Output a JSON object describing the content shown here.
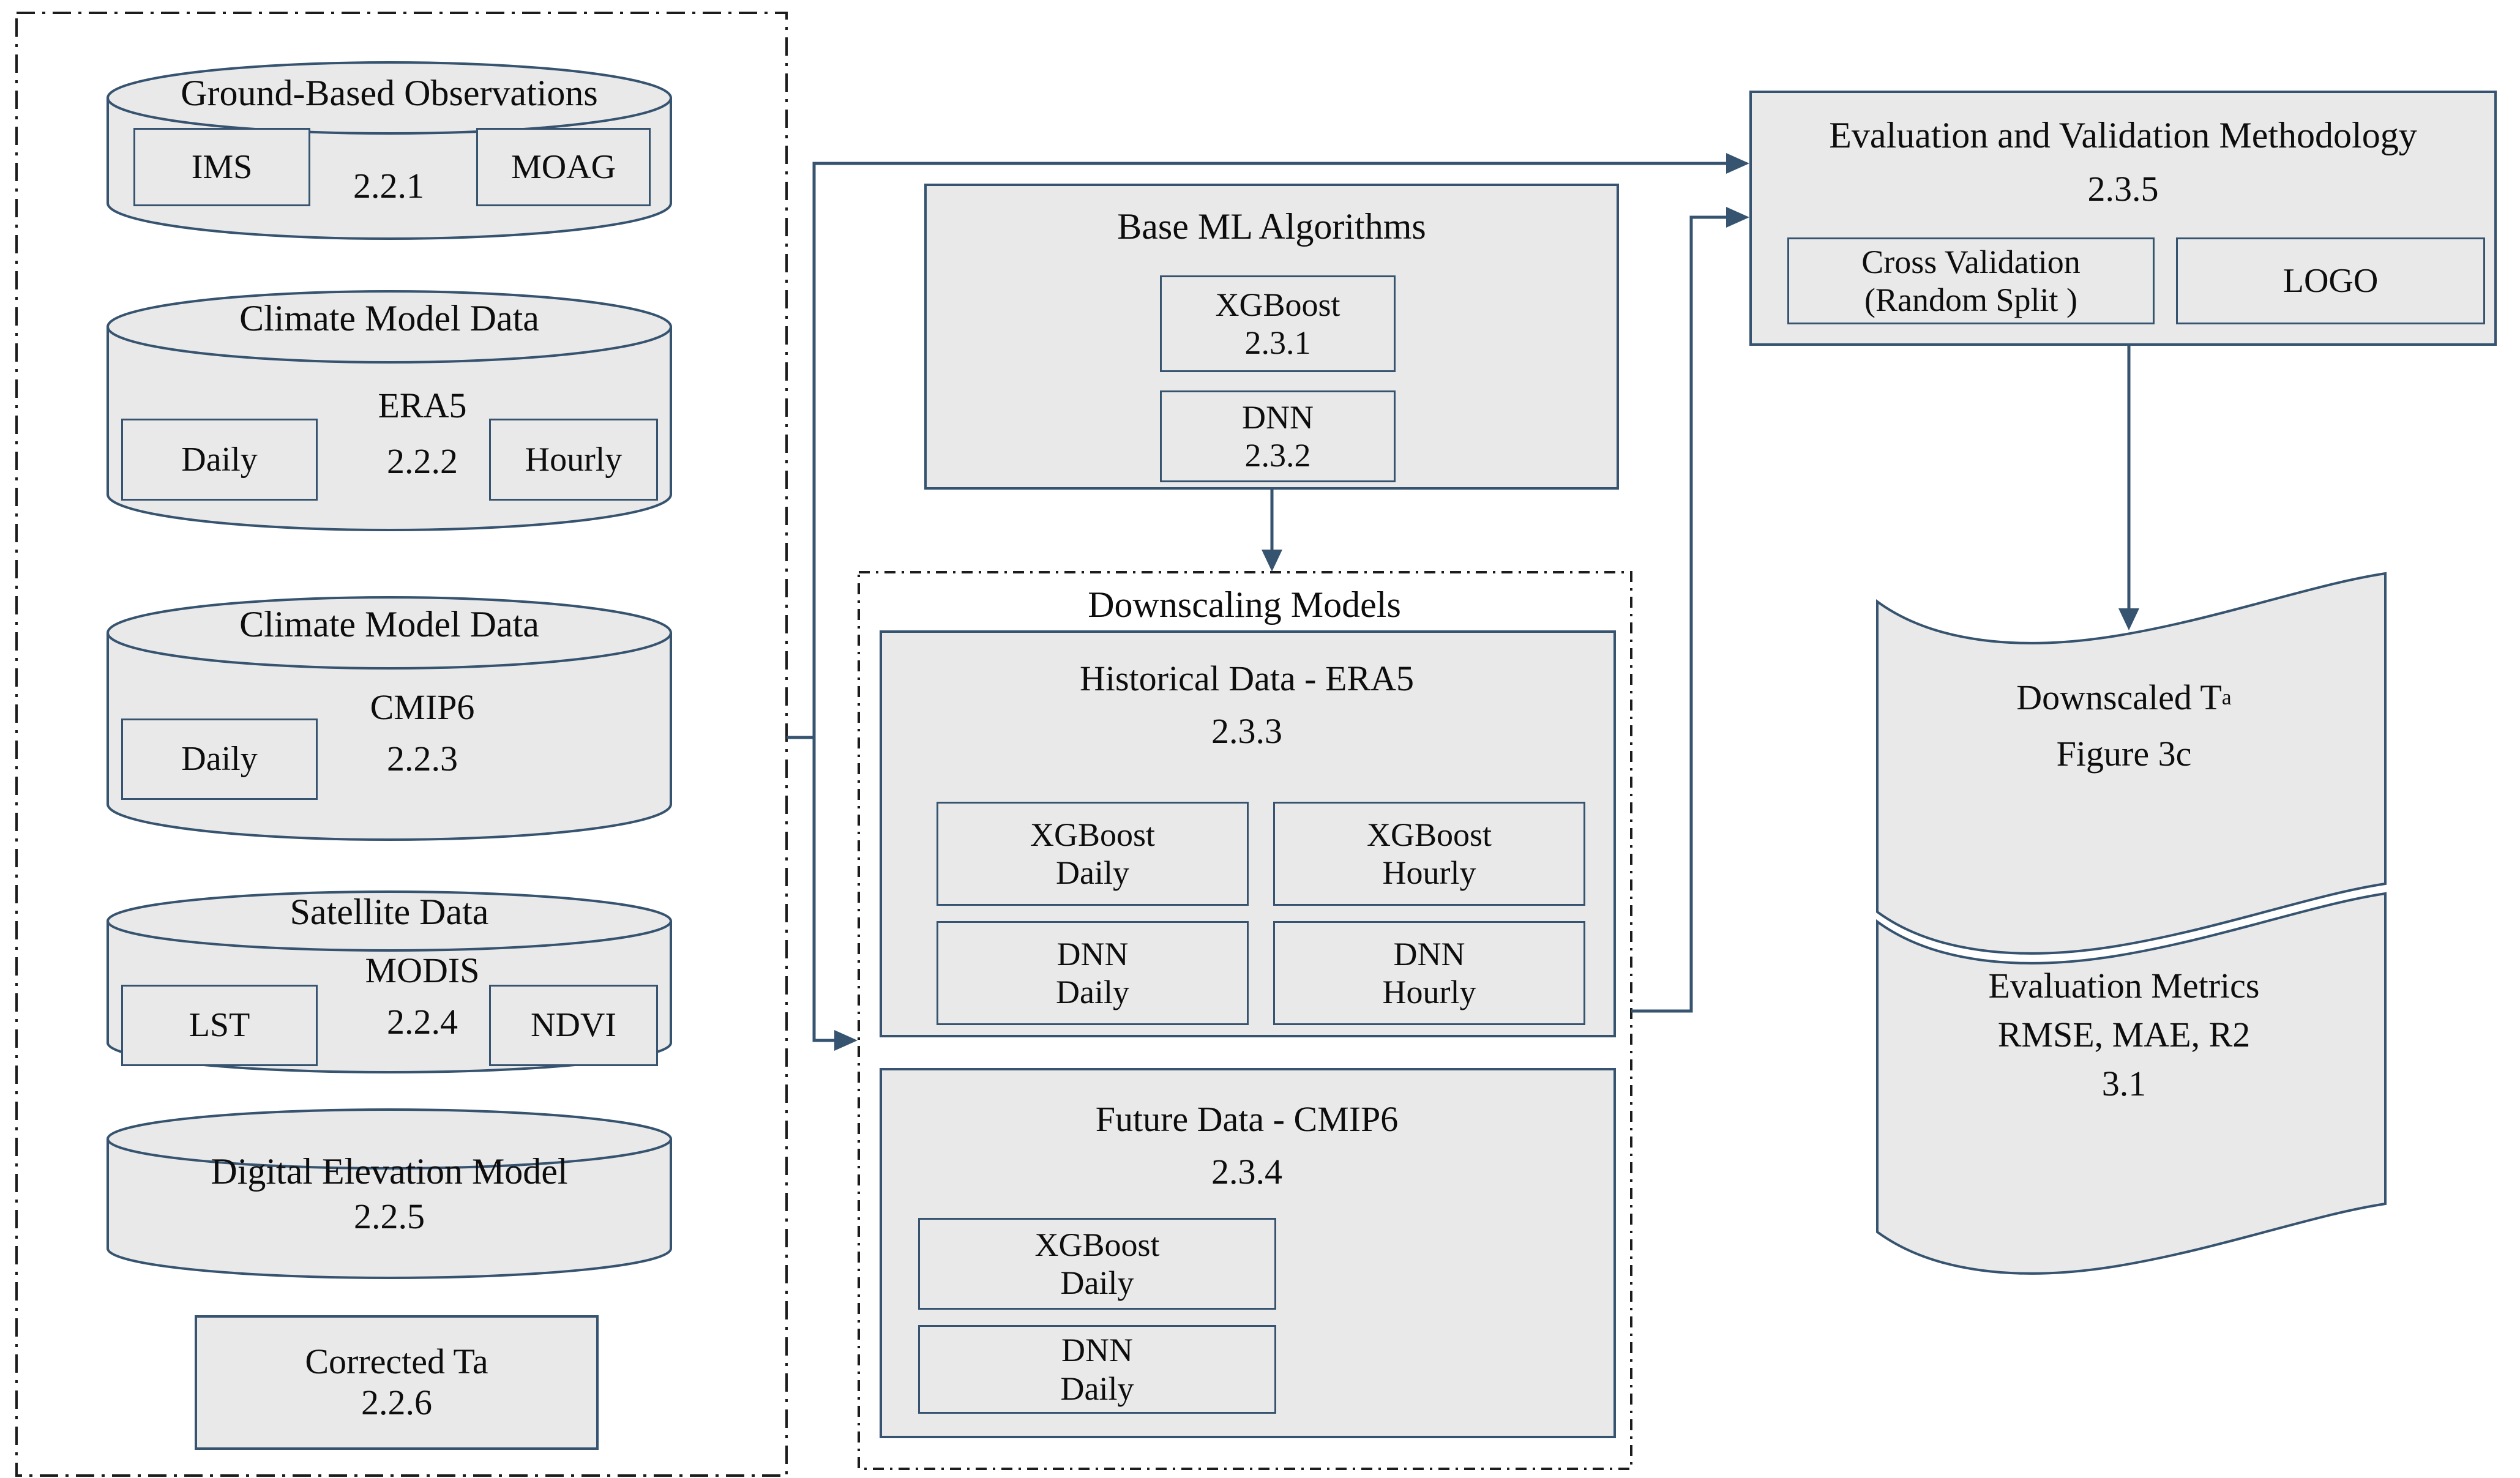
{
  "colors": {
    "accent": "#36536f",
    "shape_fill": "#e9e9e9",
    "dash_border": "#1c1c1c",
    "text": "#0d0d0d"
  },
  "left_panel": {
    "cylinders": [
      {
        "title": "Ground-Based Observations",
        "code": "2.2.1",
        "boxes": [
          "IMS",
          "MOAG"
        ]
      },
      {
        "title": "Climate Model Data",
        "sub": "ERA5",
        "code": "2.2.2",
        "boxes": [
          "Daily",
          "Hourly"
        ]
      },
      {
        "title": "Climate Model Data",
        "sub": "CMIP6",
        "code": "2.2.3",
        "boxes": [
          "Daily"
        ]
      },
      {
        "title": "Satellite Data",
        "sub": "MODIS",
        "code": "2.2.4",
        "boxes": [
          "LST",
          "NDVI"
        ]
      },
      {
        "title": "Digital Elevation Model",
        "code": "2.2.5"
      }
    ],
    "output_box": {
      "label": "Corrected Ta",
      "code": "2.2.6"
    }
  },
  "middle": {
    "base_ml": {
      "title": "Base ML Algorithms",
      "items": [
        {
          "label": "XGBoost",
          "code": "2.3.1"
        },
        {
          "label": "DNN",
          "code": "2.3.2"
        }
      ]
    },
    "downscaling": {
      "title": "Downscaling Models",
      "historical": {
        "title": "Historical Data - ERA5",
        "code": "2.3.3",
        "models": [
          {
            "l1": "XGBoost",
            "l2": "Daily"
          },
          {
            "l1": "XGBoost",
            "l2": "Hourly"
          },
          {
            "l1": "DNN",
            "l2": "Daily"
          },
          {
            "l1": "DNN",
            "l2": "Hourly"
          }
        ]
      },
      "future": {
        "title": "Future Data - CMIP6",
        "code": "2.3.4",
        "models": [
          {
            "l1": "XGBoost",
            "l2": "Daily"
          },
          {
            "l1": "DNN",
            "l2": "Daily"
          }
        ]
      }
    }
  },
  "right": {
    "evaluation": {
      "title": "Evaluation and Validation Methodology",
      "code": "2.3.5",
      "cross_validation_l1": "Cross Validation",
      "cross_validation_l2": "(Random Split )",
      "logo_label": "LOGO"
    },
    "outputs": [
      {
        "l1": "Downscaled T",
        "sub": "a",
        "l2": "Figure 3c"
      },
      {
        "l1": "Evaluation Metrics",
        "l2": "RMSE, MAE, R2",
        "l3": "3.1"
      }
    ]
  }
}
